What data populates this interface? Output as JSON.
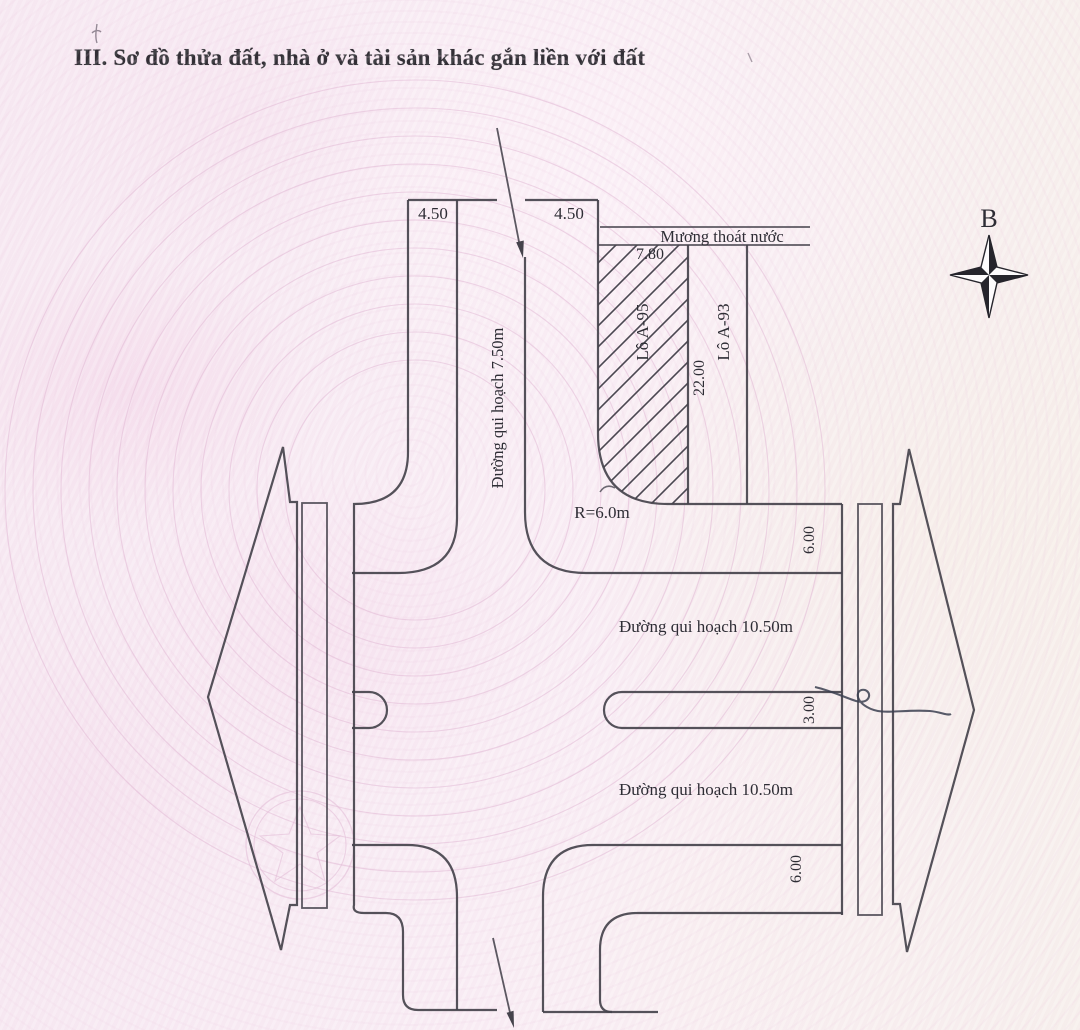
{
  "page": {
    "title": "III. Sơ đồ thửa đất, nhà ở và tài sản khác gắn liền với đất"
  },
  "compass": {
    "north_label": "B"
  },
  "diagram": {
    "canal_label": "Mương thoát nước",
    "plots": {
      "a95": "Lô A-95",
      "a93": "Lô A-93"
    },
    "roads": {
      "vertical": "Đường qui hoạch 7.50m",
      "horizontal_upper": "Đường qui hoạch 10.50m",
      "horizontal_lower": "Đường qui hoạch 10.50m"
    },
    "dimensions": {
      "sidewalk_left": "4.50",
      "sidewalk_right": "4.50",
      "frontage": "7.80",
      "depth": "22.00",
      "corner_radius": "R=6.0m",
      "strip_top": "6.00",
      "median": "3.00",
      "strip_bottom": "6.00"
    }
  }
}
